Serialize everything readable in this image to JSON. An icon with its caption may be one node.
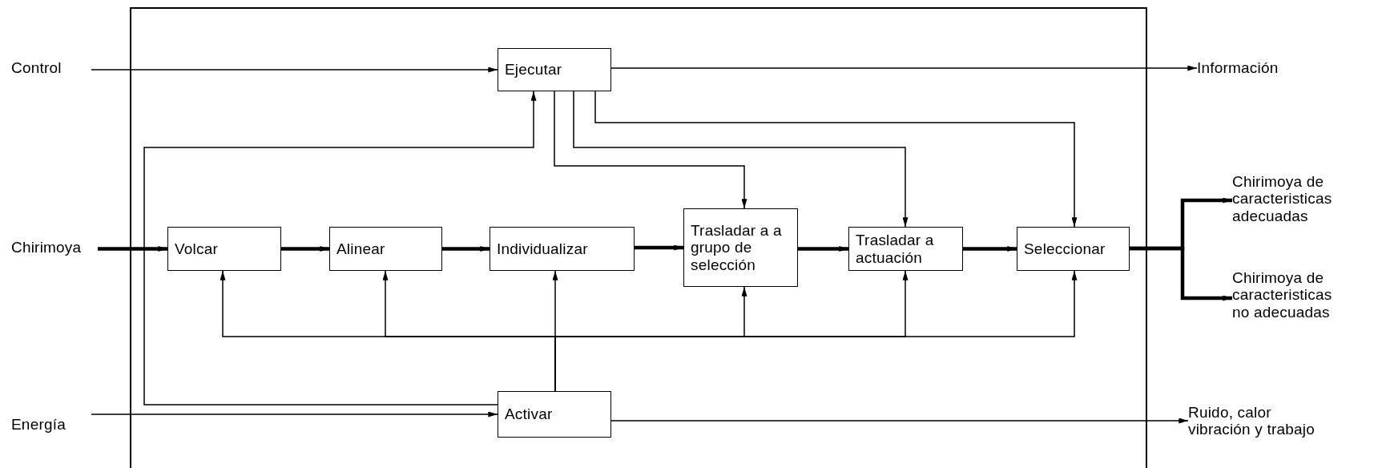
{
  "diagram": {
    "nodes": [
      {
        "text": [],
        "shape": "box"
      },
      {
        "text": [
          "Control"
        ]
      },
      {
        "text": [
          "Ejecutar"
        ],
        "in": 0
      },
      {
        "text": [
          "Información"
        ]
      },
      {
        "text": [
          "Chirimoya"
        ]
      },
      {
        "text": [
          "Volcar"
        ],
        "in": 0
      },
      {
        "text": [
          "Alinear"
        ],
        "in": 0
      },
      {
        "text": [
          "Individualizar"
        ],
        "in": 0
      },
      {
        "text": [
          "Trasladar a a grupo de selección"
        ],
        "in": 0
      },
      {
        "text": [
          "Trasladar a actuación"
        ],
        "in": 0
      },
      {
        "text": [
          "Seleccionar"
        ],
        "in": 0
      },
      {
        "text": [
          "Chirimoya de caracteristicas adecuadas"
        ]
      },
      {
        "text": [
          "Chirimoya de caracteristicas no adecuadas"
        ]
      },
      {
        "text": [
          "Energía"
        ]
      },
      {
        "text": [
          "Activar"
        ],
        "in": 0
      },
      {
        "text": [
          "Ruido, calor vibración y trabajo"
        ]
      }
    ],
    "edges": [
      {
        "from": 1,
        "to": 2,
        "arrow": "to"
      },
      {
        "from": 2,
        "to": 3,
        "arrow": "to"
      },
      {
        "from": 4,
        "to": 5,
        "arrow": "to",
        "style": "thick"
      },
      {
        "from": 5,
        "to": 6,
        "arrow": "to",
        "style": "thick"
      },
      {
        "from": 6,
        "to": 7,
        "arrow": "to",
        "style": "thick"
      },
      {
        "from": 7,
        "to": 8,
        "arrow": "to",
        "style": "thick"
      },
      {
        "from": 8,
        "to": 9,
        "arrow": "to",
        "style": "thick"
      },
      {
        "from": 9,
        "to": 10,
        "arrow": "to",
        "style": "thick"
      },
      {
        "from": 10,
        "to": 11,
        "arrow": "to",
        "style": "thick"
      },
      {
        "from": 10,
        "to": 12,
        "arrow": "to",
        "style": "thick"
      },
      {
        "from": 13,
        "to": 14,
        "arrow": "to"
      },
      {
        "from": 14,
        "to": 15,
        "arrow": "to"
      },
      {
        "from": 14,
        "to": 2,
        "arrow": "to"
      },
      {
        "from": 2,
        "to": 8,
        "arrow": "to"
      },
      {
        "from": 2,
        "to": 9,
        "arrow": "to"
      },
      {
        "from": 2,
        "to": 10,
        "arrow": "to"
      },
      {
        "from": 14,
        "to": 5,
        "arrow": "to"
      },
      {
        "from": 14,
        "to": 6,
        "arrow": "to"
      },
      {
        "from": 14,
        "to": 7,
        "arrow": "to"
      },
      {
        "from": 14,
        "to": 8,
        "arrow": "to"
      },
      {
        "from": 14,
        "to": 9,
        "arrow": "to"
      },
      {
        "from": 14,
        "to": 10,
        "arrow": "to"
      }
    ]
  }
}
